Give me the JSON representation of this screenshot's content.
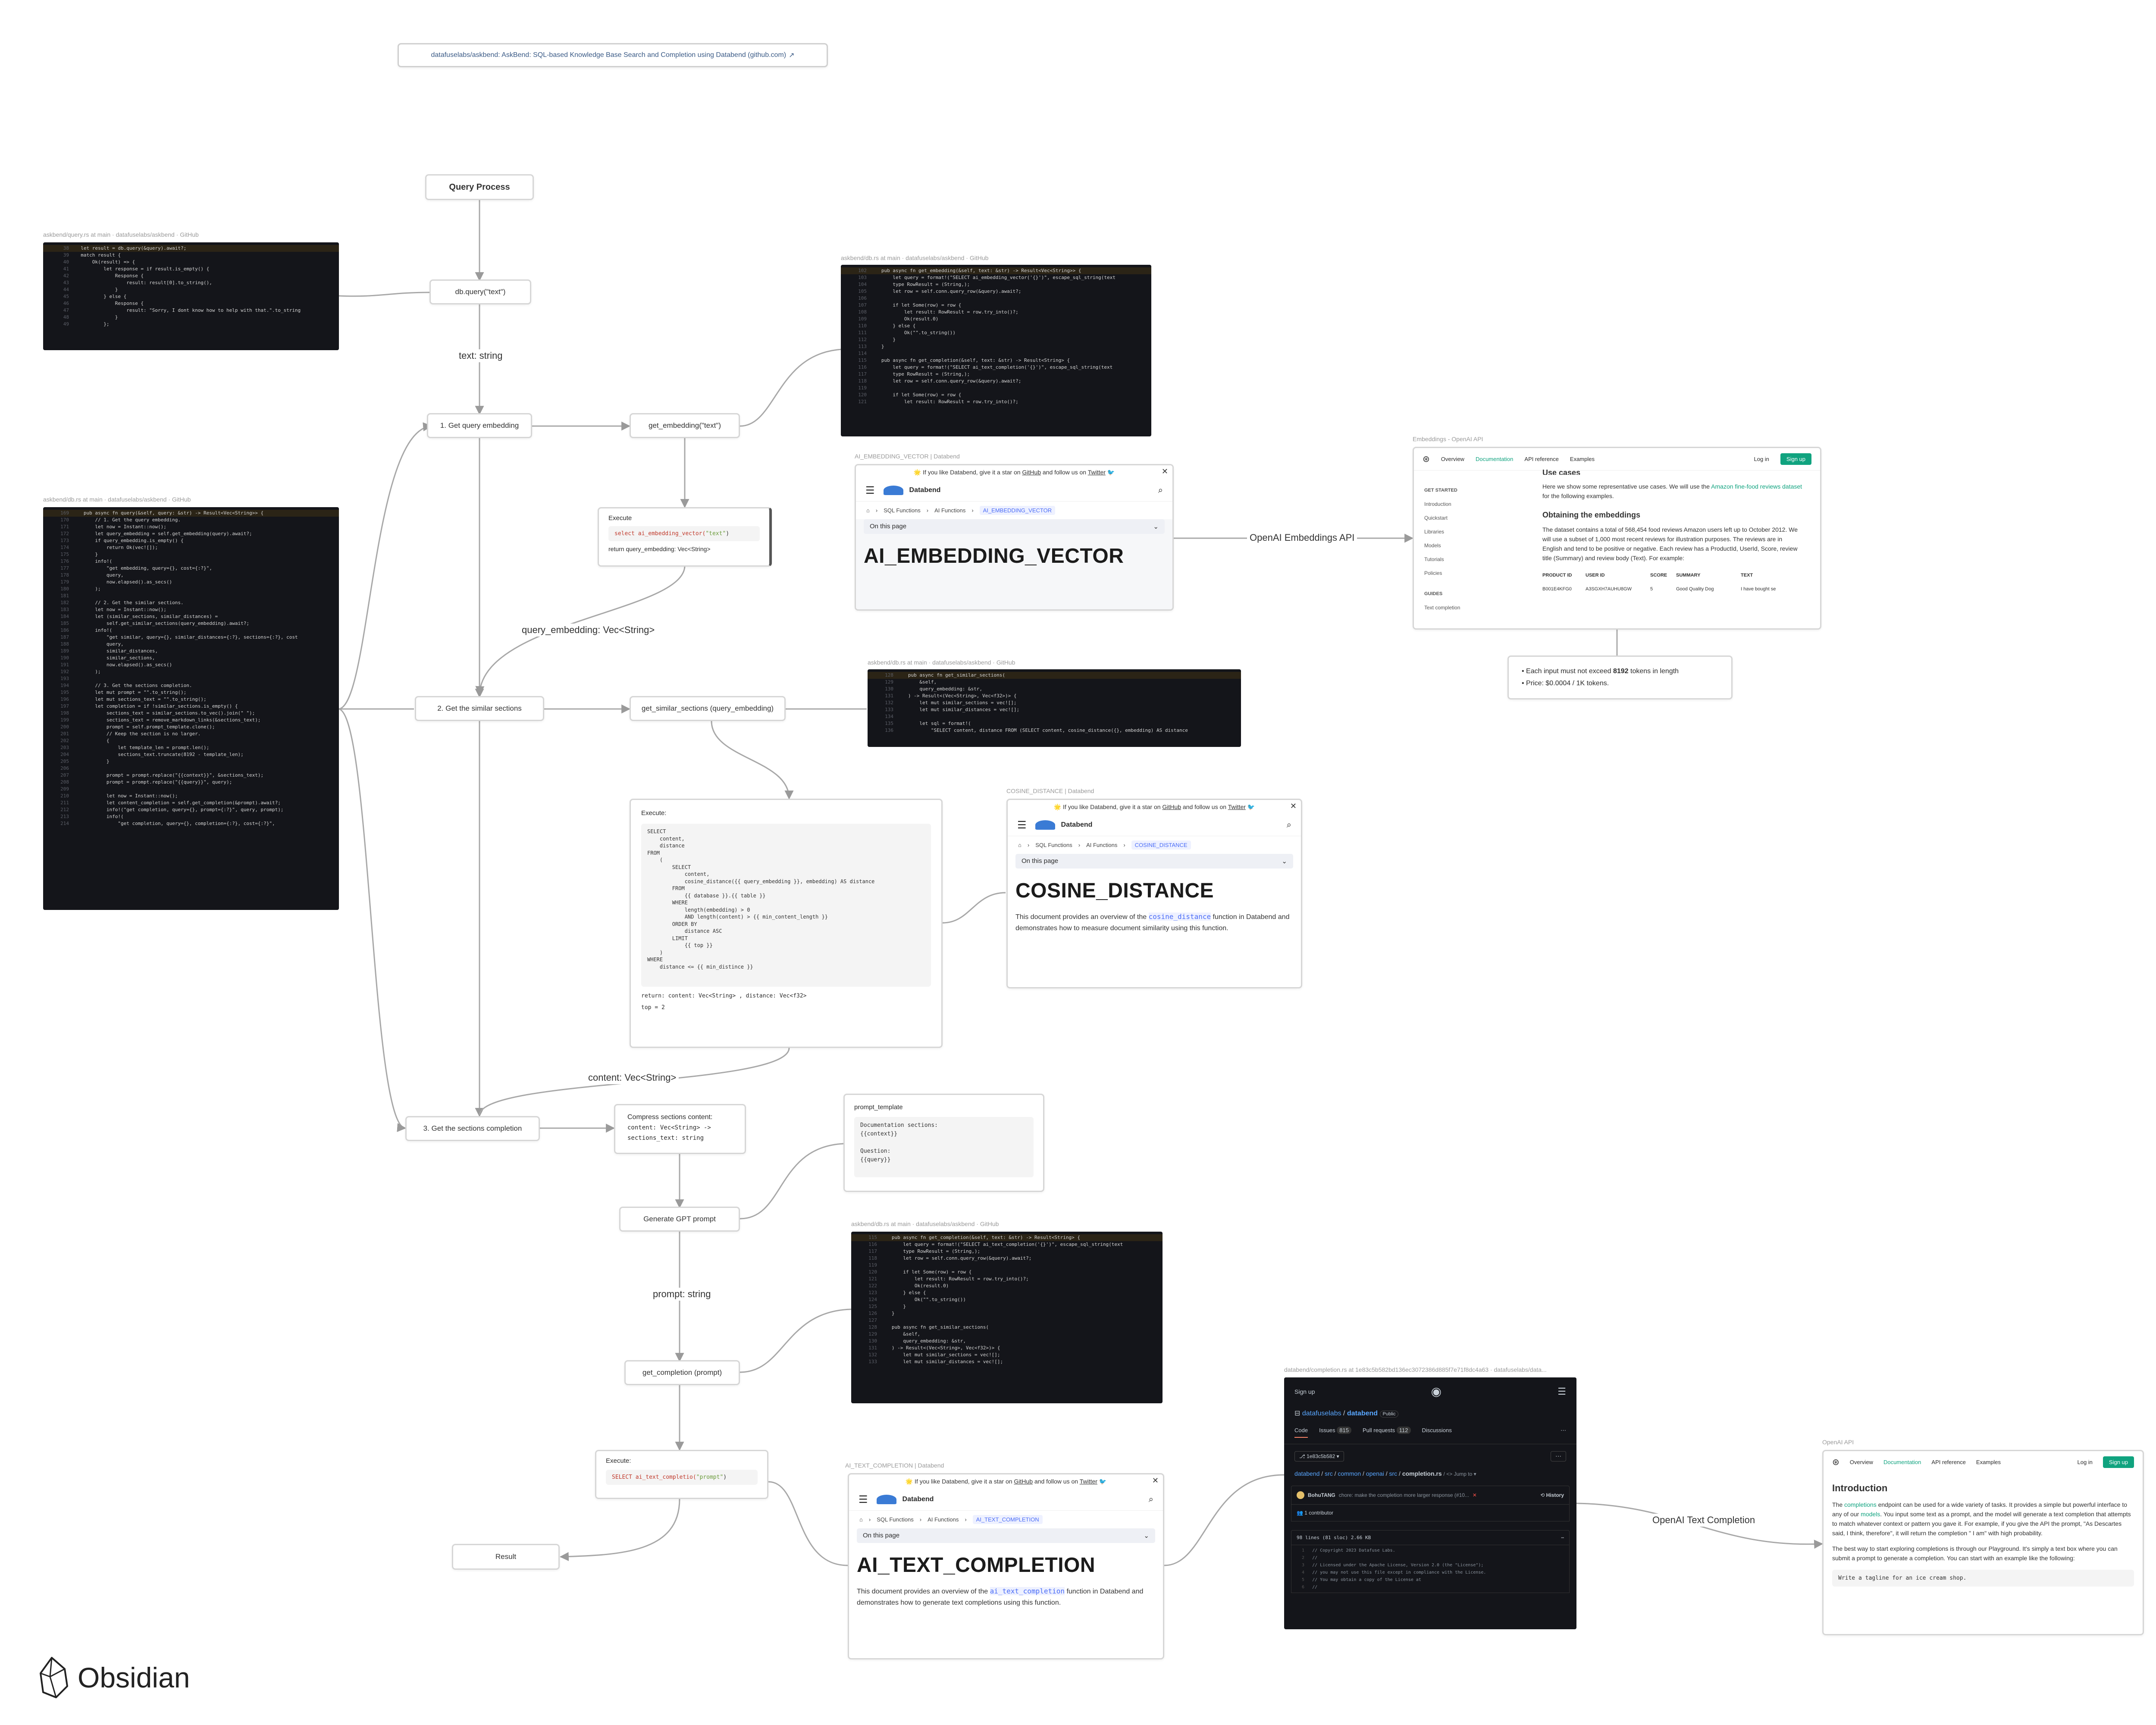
{
  "link_card": "datafuselabs/askbend: AskBend: SQL-based Knowledge Base Search and Completion using Databend (github.com)",
  "nodes": {
    "query_process": "Query Process",
    "db_query": "db.query(\"text\")",
    "get_query_embedding": "1. Get query embedding",
    "get_embedding": "get_embedding(\"text\")",
    "get_similar_sections": "2. Get the similar sections",
    "get_similar_sections_fn": "get_similar_sections (query_embedding)",
    "get_sections_completion": "3. Get the sections completion",
    "compress_sections": "Compress sections content:",
    "compress_line1": "content: Vec<String> ->",
    "compress_line2": "sections_text: string",
    "generate_gpt_prompt": "Generate GPT prompt",
    "get_completion": "get_completion (prompt)",
    "result": "Result"
  },
  "edge_labels": {
    "text_string": "text: string",
    "query_embedding": "query_embedding: Vec<String>",
    "content": "content: Vec<String>",
    "prompt_string": "prompt: string",
    "openai_embeddings_api": "OpenAI Embeddings API",
    "openai_text_completion": "OpenAI Text Completion"
  },
  "captions": {
    "query_rs": "askbend/query.rs at main · datafuselabs/askbend · GitHub",
    "db_rs_left": "askbend/db.rs at main · datafuselabs/askbend · GitHub",
    "db_rs_top": "askbend/db.rs at main · datafuselabs/askbend · GitHub",
    "db_rs_mid": "askbend/db.rs at main · datafuselabs/askbend · GitHub",
    "db_rs_bottom": "askbend/db.rs at main · datafuselabs/askbend · GitHub",
    "ai_embedding_vector": "AI_EMBEDDING_VECTOR | Databend",
    "cosine_distance": "COSINE_DISTANCE | Databend",
    "ai_text_completion": "AI_TEXT_COMPLETION | Databend",
    "embeddings_openai": "Embeddings - OpenAI API",
    "completion_rs": "databend/completion.rs at 1e83c5b582bd136ec3072386d885f7e71f8dc4a63 · datafuselabs/data...",
    "openai_api": "OpenAI API"
  },
  "execute1": {
    "title": "Execute",
    "code_fn": "select ai_embedding_vector(",
    "code_arg": "\"text\"",
    "code_end": ")",
    "ret": "return query_embedding: Vec<String>"
  },
  "execute2": {
    "title": "Execute:",
    "sql": "SELECT\n    content,\n    distance\nFROM\n    (\n        SELECT\n            content,\n            cosine_distance({{ query_embedding }}, embedding) AS distance\n        FROM\n            {{ database }}.{{ table }}\n        WHERE\n            length(embedding) > 0\n            AND length(content) > {{ min_content_length }}\n        ORDER BY\n            distance ASC\n        LIMIT\n            {{ top }}\n    )\nWHERE\n    distance <= {{ min_distince }}",
    "ret": "return: content: Vec<String> , distance: Vec<f32>",
    "top": "top = 2"
  },
  "execute3": {
    "title": "Execute:",
    "code_fn": "SELECT ai_text_completio(",
    "code_arg": "\"prompt\"",
    "code_end": ")"
  },
  "prompt_template": {
    "title": "prompt_template",
    "code": "Documentation sections:\n{{context}}\n\nQuestion:\n{{query}}"
  },
  "doc_banner": {
    "pre": "🌟 If you like Databend, give it a star on ",
    "gh": "GitHub",
    "mid": " and follow us on ",
    "tw": "Twitter",
    "brand": "Databend",
    "crumb1": "SQL Functions",
    "crumb2": "AI Functions",
    "on_this_page": "On this page"
  },
  "doc_embedding": {
    "crumb": "AI_EMBEDDING_VECTOR",
    "title": "AI_EMBEDDING_VECTOR"
  },
  "doc_cosine": {
    "crumb": "COSINE_DISTANCE",
    "title": "COSINE_DISTANCE",
    "body_pre": "This document provides an overview of the ",
    "body_code": "cosine_distance",
    "body_post": " function in Databend and demonstrates how to measure document similarity using this function."
  },
  "doc_completion": {
    "crumb": "AI_TEXT_COMPLETION",
    "title": "AI_TEXT_COMPLETION",
    "body_pre": "This document provides an overview of the ",
    "body_code": "ai_text_completion",
    "body_post": " function in Databend and demonstrates how to generate text completions using this function."
  },
  "openai_nav": {
    "overview": "Overview",
    "documentation": "Documentation",
    "api": "API reference",
    "examples": "Examples",
    "login": "Log in",
    "signup": "Sign up"
  },
  "openai_embed": {
    "section_get_started": "GET STARTED",
    "side_items": [
      "Introduction",
      "Quickstart",
      "Libraries",
      "Models",
      "Tutorials",
      "Policies"
    ],
    "section_guides": "GUIDES",
    "guide_item": "Text completion",
    "cut_heading": "Use cases",
    "para1_pre": "Here we show some representative use cases. We will use the ",
    "para1_link": "Amazon fine-food reviews dataset",
    "para1_post": " for the following examples.",
    "heading": "Obtaining the embeddings",
    "para2": "The dataset contains a total of 568,454 food reviews Amazon users left up to October 2012. We will use a subset of 1,000 most recent reviews for illustration purposes. The reviews are in English and tend to be positive or negative. Each review has a ProductId, UserId, Score, review title (Summary) and review body (Text). For example:",
    "table_headers": [
      "PRODUCT ID",
      "USER ID",
      "SCORE",
      "SUMMARY",
      "TEXT"
    ],
    "table_row": [
      "B001E4KFG0",
      "A3SGXH7AUHU8GW",
      "5",
      "Good Quality Dog",
      "I have bought se"
    ]
  },
  "limits": {
    "item1_pre": "Each input must not exceed ",
    "item1_bold": "8192",
    "item1_post": " tokens in length",
    "item2": "Price: $0.0004 / 1K tokens."
  },
  "github": {
    "signup": "Sign up",
    "repo_owner": "datafuselabs",
    "repo_name": "databend",
    "public": "Public",
    "tabs": [
      "Code",
      "Issues",
      "Pull requests",
      "Discussions"
    ],
    "issues_count": "815",
    "pr_count": "112",
    "branch": "1e83c5b582",
    "path": [
      "databend",
      "src",
      "common",
      "openai",
      "src",
      "completion.rs"
    ],
    "jump": "Jump to",
    "author": "BohuTANG",
    "commit_msg": "chore: make the completion more larger response (#10...",
    "history": "History",
    "contributors": "1 contributor",
    "file_info": "98 lines (81 sloc)   2.66 KB",
    "code_lines": [
      "// Copyright 2023 Datafuse Labs.",
      "//",
      "// Licensed under the Apache License, Version 2.0 (the \"License\");",
      "// you may not use this file except in compliance with the License.",
      "// You may obtain a copy of the License at",
      "//"
    ]
  },
  "openai_intro": {
    "heading": "Introduction",
    "para1_pre": "The ",
    "para1_link": "completions",
    "para1_mid": " endpoint can be used for a wide variety of tasks. It provides a simple but powerful interface to any of our ",
    "para1_link2": "models",
    "para1_post": ". You input some text as a prompt, and the model will generate a text completion that attempts to match whatever context or pattern you gave it. For example, if you give the API the prompt, \"As Descartes said, I think, therefore\", it will return the completion \" I am\" with high probability.",
    "para2": "The best way to start exploring completions is through our Playground. It's simply a text box where you can submit a prompt to generate a completion. You can start with an example like the following:",
    "example": "Write a tagline for an ice cream shop."
  },
  "code_query_rs": [
    "38   let result = db.query(&query).await?;",
    "39   match result {",
    "40       Ok(result) => {",
    "41           let response = if result.is_empty() {",
    "42               Response {",
    "43                   result: result[0].to_string(),",
    "44               }",
    "45           } else {",
    "46               Response {",
    "47                   result: \"Sorry, I dont know how to help with that.\".to_string",
    "48               }",
    "49           };"
  ],
  "code_db_left": [
    "169    pub async fn query(&self, query: &str) -> Result<Vec<String>> {",
    "170        // 1. Get the query embedding.",
    "171        let now = Instant::now();",
    "172        let query_embedding = self.get_embedding(query).await?;",
    "173        if query_embedding.is_empty() {",
    "174            return Ok(vec![]);",
    "175        }",
    "176        info!(",
    "177            \"get embedding, query={}, cost={:?}\",",
    "178            query,",
    "179            now.elapsed().as_secs()",
    "180        );",
    "181",
    "182        // 2. Get the similar sections.",
    "183        let now = Instant::now();",
    "184        let (similar_sections, similar_distances) =",
    "185            self.get_similar_sections(query_embedding).await?;",
    "186        info!(",
    "187            \"get similar, query={}, similar_distances={:?}, sections={:?}, cost",
    "188            query,",
    "189            similar_distances,",
    "190            similar_sections,",
    "191            now.elapsed().as_secs()",
    "192        );",
    "193",
    "194        // 3. Get the sections completion.",
    "195        let mut prompt = \"\".to_string();",
    "196        let mut sections_text = \"\".to_string();",
    "197        let completion = if !similar_sections.is_empty() {",
    "198            sections_text = similar_sections.to_vec().join(\" \");",
    "199            sections_text = remove_markdown_links(&sections_text);",
    "200            prompt = self.prompt_template.clone();",
    "201            // Keep the section is no larger.",
    "202            {",
    "203                let template_len = prompt.len();",
    "204                sections_text.truncate(8192 - template_len);",
    "205            }",
    "206",
    "207            prompt = prompt.replace(\"{{context}}\", &sections_text);",
    "208            prompt = prompt.replace(\"{{query}}\", query);",
    "209",
    "210            let now = Instant::now();",
    "211            let content_completion = self.get_completion(&prompt).await?;",
    "212            info!(\"get completion, query={}, prompt={:?}\", query, prompt);",
    "213            info!(",
    "214                \"get completion, query={}, completion={:?}, cost={:?}\","
  ],
  "code_db_top": [
    "102    pub async fn get_embedding(&self, text: &str) -> Result<Vec<String>> {",
    "103        let query = format!(\"SELECT ai_embedding_vector('{}')\", escape_sql_string(text",
    "104        type RowResult = (String,);",
    "105        let row = self.conn.query_row(&query).await?;",
    "106",
    "107        if let Some(row) = row {",
    "108            let result: RowResult = row.try_into()?;",
    "109            Ok(result.0)",
    "110        } else {",
    "111            Ok(\"\".to_string())",
    "112        }",
    "113    }",
    "114",
    "115    pub async fn get_completion(&self, text: &str) -> Result<String> {",
    "116        let query = format!(\"SELECT ai_text_completion('{}')\", escape_sql_string(text",
    "117        type RowResult = (String,);",
    "118        let row = self.conn.query_row(&query).await?;",
    "119",
    "120        if let Some(row) = row {",
    "121            let result: RowResult = row.try_into()?;"
  ],
  "code_db_mid": [
    "128    pub async fn get_similar_sections(",
    "129        &self,",
    "130        query_embedding: &str,",
    "131    ) -> Result<(Vec<String>, Vec<f32>)> {",
    "132        let mut similar_sections = vec![];",
    "133        let mut similar_distances = vec![];",
    "134",
    "135        let sql = format!(",
    "136            \"SELECT content, distance FROM (SELECT content, cosine_distance({}, embedding) AS distance"
  ],
  "code_db_bottom": [
    "115    pub async fn get_completion(&self, text: &str) -> Result<String> {",
    "116        let query = format!(\"SELECT ai_text_completion('{}')\", escape_sql_string(text",
    "117        type RowResult = (String,);",
    "118        let row = self.conn.query_row(&query).await?;",
    "119",
    "120        if let Some(row) = row {",
    "121            let result: RowResult = row.try_into()?;",
    "122            Ok(result.0)",
    "123        } else {",
    "124            Ok(\"\".to_string())",
    "125        }",
    "126    }",
    "127",
    "128    pub async fn get_similar_sections(",
    "129        &self,",
    "130        query_embedding: &str,",
    "131    ) -> Result<(Vec<String>, Vec<f32>)> {",
    "132        let mut similar_sections = vec![];",
    "133        let mut similar_distances = vec![];"
  ],
  "brand": {
    "name": "Obsidian"
  }
}
